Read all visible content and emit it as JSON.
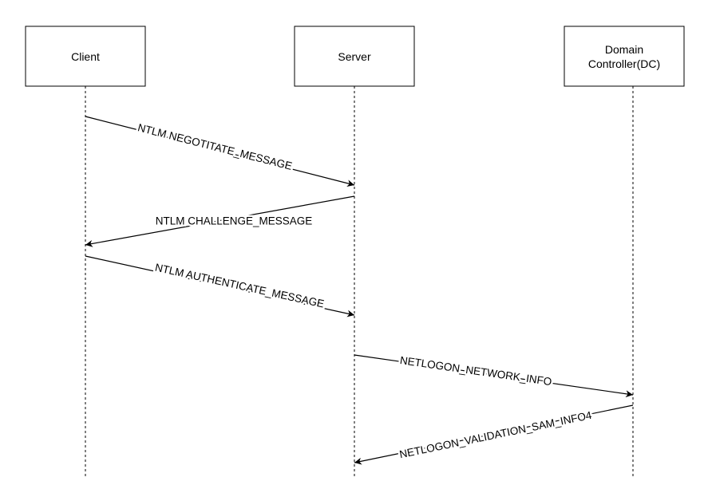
{
  "participants": [
    {
      "id": "client",
      "lines": [
        "Client"
      ]
    },
    {
      "id": "server",
      "lines": [
        "Server"
      ]
    },
    {
      "id": "dc",
      "lines": [
        "Domain",
        "Controller(DC)"
      ]
    }
  ],
  "messages": [
    {
      "from": "client",
      "to": "server",
      "label": "NTLM NEGOTITATE_MESSAGE"
    },
    {
      "from": "server",
      "to": "client",
      "label": "NTLM CHALLENGE_MESSAGE"
    },
    {
      "from": "client",
      "to": "server",
      "label": "NTLM AUTHENTICATE_MESSAGE"
    },
    {
      "from": "server",
      "to": "dc",
      "label": "NETLOGON_NETWORK_INFO"
    },
    {
      "from": "dc",
      "to": "server",
      "label": "NETLOGON_VALIDATION_SAM_INFO4"
    }
  ],
  "colors": {
    "stroke": "#000000",
    "background": "#ffffff"
  }
}
